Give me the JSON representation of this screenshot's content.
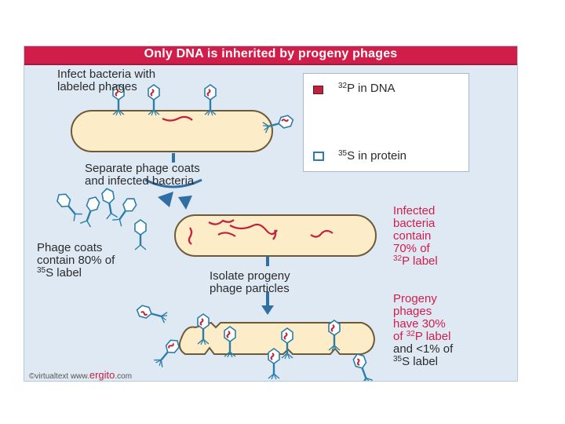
{
  "title": "Only DNA is inherited by progeny phages",
  "steps": {
    "infect_line1": "Infect bacteria with",
    "infect_line2": "labeled phages",
    "separate_line1": "Separate phage coats",
    "separate_line2": "and infected bacteria",
    "isolate_line1": "Isolate progeny",
    "isolate_line2": "phage particles"
  },
  "legend": {
    "p32_mass": "32",
    "p32_elem": "P in DNA",
    "s35_mass": "35",
    "s35_elem": "S in protein"
  },
  "results": {
    "coats_line1": "Phage coats",
    "coats_line2": "contain 80% of",
    "coats_mass": "35",
    "coats_line3": "S label",
    "infected_line1": "Infected",
    "infected_line2": "bacteria",
    "infected_line3": "contain",
    "infected_line4": "70% of",
    "infected_mass": "32",
    "infected_line5": "P label",
    "progeny_line1": "Progeny",
    "progeny_line2": "phages",
    "progeny_line3": "have 30%",
    "progeny_pre": "of ",
    "progeny_mass1": "32",
    "progeny_post": "P label",
    "progeny_line5": "and <1% of",
    "progeny_mass2": "35",
    "progeny_line6": "S label"
  },
  "footer": {
    "credit": "©virtualtext  www.",
    "brand": "ergito",
    "domain": ".com"
  },
  "colors": {
    "title_bg": "#d11d4a",
    "figure_bg": "#dfe9f4",
    "bacterium_fill": "#fcecc8",
    "bacterium_outline": "#6e5a3a",
    "dna_red": "#c2213d",
    "protein_teal": "#2b7ea8",
    "arrow_blue": "#2f6fa3"
  },
  "icons": [
    "phage-icon",
    "bacterium-cell",
    "dna-strand",
    "arrow-down-icon"
  ]
}
